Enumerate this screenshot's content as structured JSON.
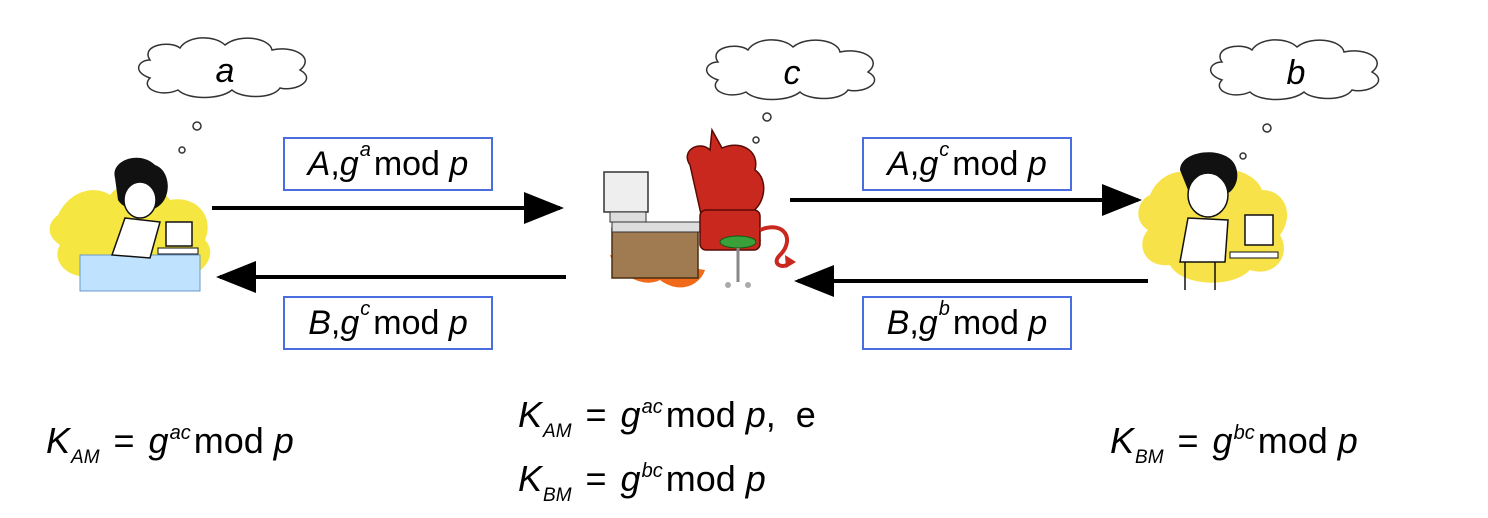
{
  "thoughts": {
    "alice": "a",
    "mallory": "c",
    "bob": "b"
  },
  "messages": {
    "a_to_m": {
      "party": "A",
      "sep": ",",
      "base": "g",
      "exp": "a",
      "mod": "mod",
      "modulus": "p"
    },
    "m_to_b": {
      "party": "A",
      "sep": ",",
      "base": "g",
      "exp": "c",
      "mod": "mod",
      "modulus": "p"
    },
    "m_to_a": {
      "party": "B",
      "sep": ",",
      "base": "g",
      "exp": "c",
      "mod": "mod",
      "modulus": "p"
    },
    "b_to_m": {
      "party": "B",
      "sep": ",",
      "base": "g",
      "exp": "b",
      "mod": "mod",
      "modulus": "p"
    }
  },
  "keys": {
    "alice": {
      "k": "K",
      "sub": "AM",
      "eq": "=",
      "base": "g",
      "exp": "ac",
      "mod": "mod",
      "modulus": "p"
    },
    "mallory_1": {
      "k": "K",
      "sub": "AM",
      "eq": "=",
      "base": "g",
      "exp": "ac",
      "mod": "mod",
      "modulus": "p",
      "tail": ",  e"
    },
    "mallory_2": {
      "k": "K",
      "sub": "BM",
      "eq": "=",
      "base": "g",
      "exp": "bc",
      "mod": "mod",
      "modulus": "p"
    },
    "bob": {
      "k": "K",
      "sub": "BM",
      "eq": "=",
      "base": "g",
      "exp": "bc",
      "mod": "mod",
      "modulus": "p"
    }
  },
  "colors": {
    "box_border": "#4a6ee0",
    "arrow": "#000000",
    "devil": "#c8281e",
    "alice_bg": "#f5e642",
    "bob_bg": "#f7e24a",
    "desk": "#bfe3ff"
  }
}
